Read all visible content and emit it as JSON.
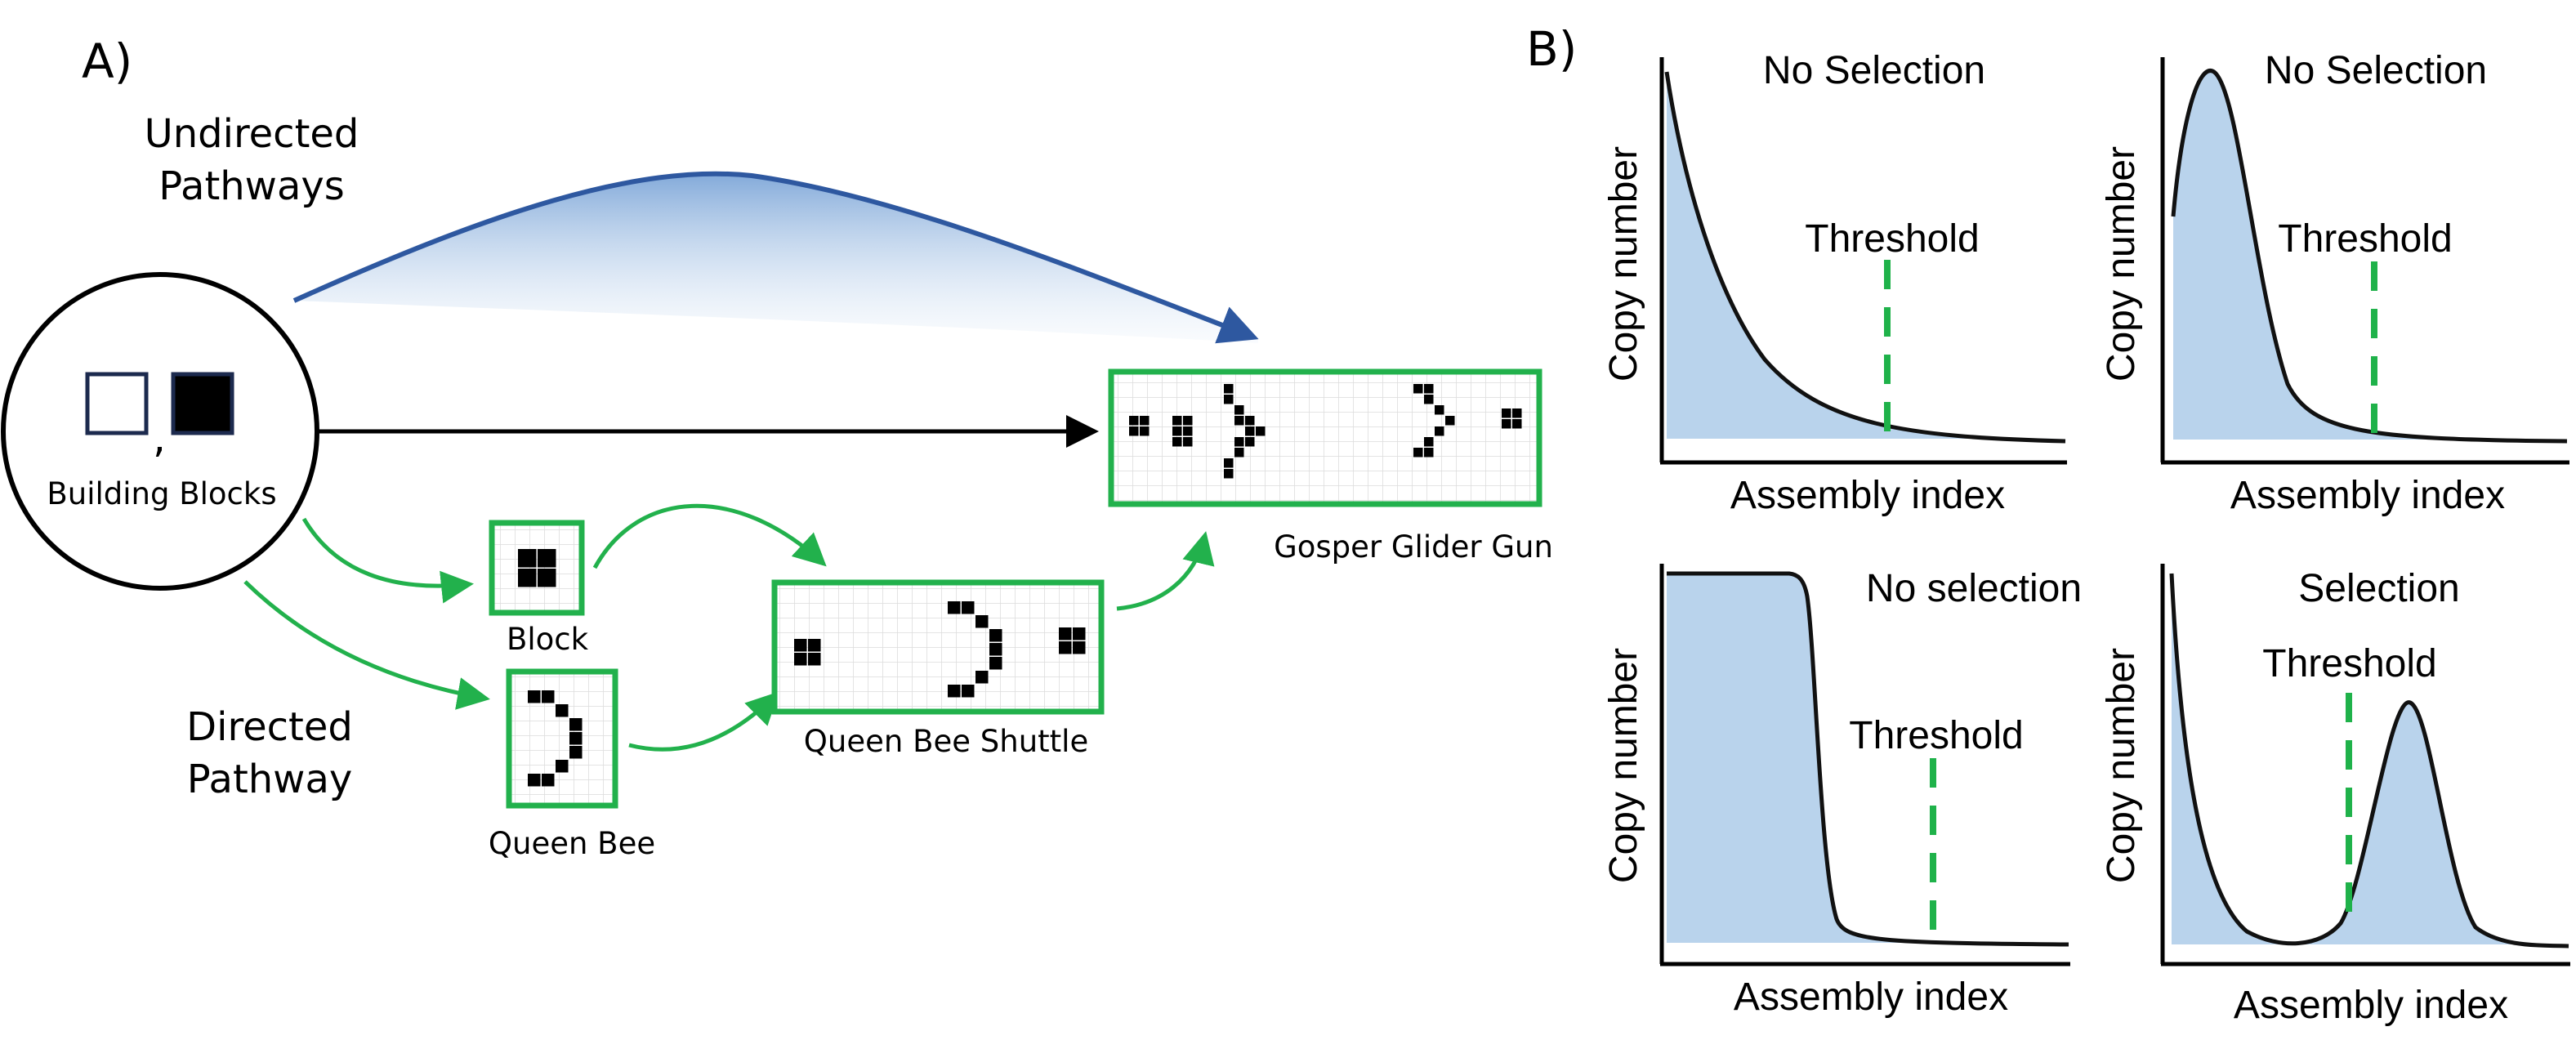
{
  "panel_a": {
    "label": "A)",
    "undirected_line1": "Undirected",
    "undirected_line2": "Pathways",
    "directed_line1": "Directed",
    "directed_line2": "Pathway",
    "building_blocks": "Building Blocks",
    "block": "Block",
    "queen_bee": "Queen Bee",
    "queen_bee_shuttle": "Queen Bee Shuttle",
    "gosper_glider_gun": "Gosper Glider Gun",
    "comma": ","
  },
  "panel_b": {
    "label": "B)",
    "threshold_label": "Threshold",
    "ylabel": "Copy number",
    "xlabel": "Assembly index"
  },
  "colors": {
    "green": "#22b14c",
    "blue_arrow": "#2e58a0",
    "fill_blue": "#b9d3ec",
    "dash_green": "#1fb24a"
  },
  "chart_data": [
    {
      "type": "area",
      "title": "No Selection",
      "xlabel": "Assembly index",
      "ylabel": "Copy number",
      "shape": "exponential decay from high at low assembly index",
      "threshold_x_fraction": 0.55,
      "annotation": "Threshold"
    },
    {
      "type": "area",
      "title": "No Selection",
      "xlabel": "Assembly index",
      "ylabel": "Copy number",
      "shape": "sharp peak near low assembly index, decays before threshold",
      "threshold_x_fraction": 0.52,
      "annotation": "Threshold"
    },
    {
      "type": "area",
      "title": "No selection",
      "xlabel": "Assembly index",
      "ylabel": "Copy number",
      "shape": "flat plateau then sharp drop before threshold",
      "threshold_x_fraction": 0.67,
      "annotation": "Threshold"
    },
    {
      "type": "area",
      "title": "Selection",
      "xlabel": "Assembly index",
      "ylabel": "Copy number",
      "shape": "decay at low index plus second peak beyond threshold",
      "threshold_x_fraction": 0.45,
      "annotation": "Threshold"
    }
  ]
}
